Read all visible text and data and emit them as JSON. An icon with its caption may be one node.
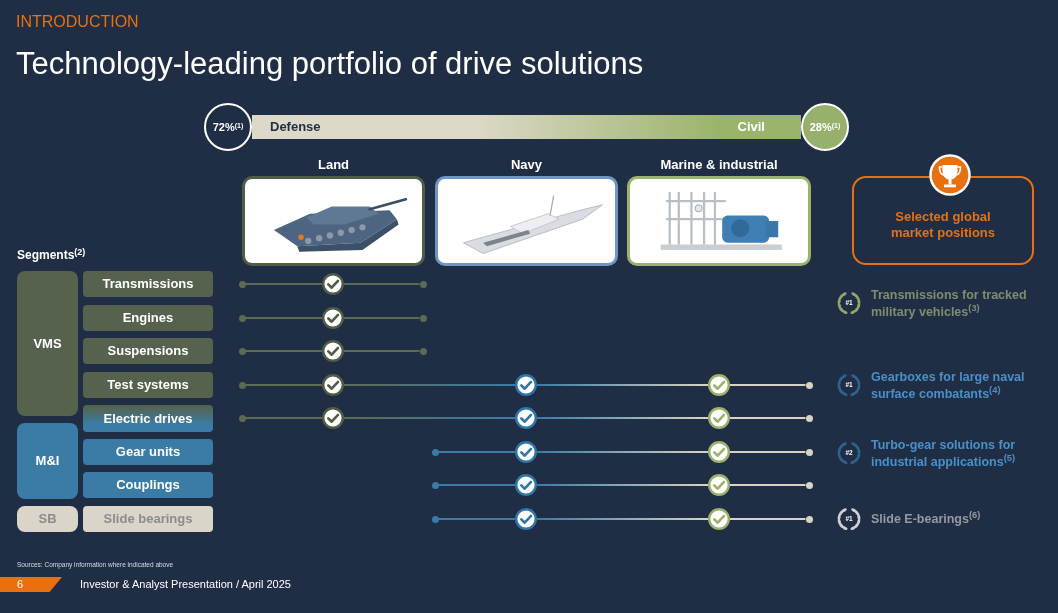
{
  "diagram": {
    "title": "Technology-leading portfolio of drive solutions",
    "nodes": [
      {
        "text": [
          "72%$^{(1)}$"
        ]
      },
      {
        "text": [
          "Defense",
          "Civil"
        ]
      },
      {
        "text": [
          "28%$^{(1)}$"
        ]
      },
      {
        "text": [
          "Land"
        ]
      },
      {
        "text": [
          "Navy"
        ]
      },
      {
        "text": [
          "Marine & industrial"
        ]
      },
      {
        "text": [
          "Selected global market positions"
        ]
      },
      {
        "text": [
          "VMS"
        ]
      },
      {
        "text": [
          "Transmissions"
        ]
      },
      {
        "text": [
          "Engines"
        ]
      },
      {
        "text": [
          "Suspensions"
        ]
      },
      {
        "text": [
          "Test systems"
        ]
      },
      {
        "text": [
          "Electric drives"
        ]
      },
      {
        "text": [
          "M&I"
        ]
      },
      {
        "text": [
          "Gear units"
        ]
      },
      {
        "text": [
          "Couplings"
        ]
      },
      {
        "text": [
          "SB"
        ]
      },
      {
        "text": [
          "Slide bearings"
        ]
      },
      {
        "text": [],
        "shape": "dot"
      },
      {
        "text": [],
        "shape": "circle"
      },
      {
        "text": [],
        "shape": "dot"
      },
      {
        "text": [],
        "shape": "dot"
      },
      {
        "text": [],
        "shape": "circle"
      },
      {
        "text": [],
        "shape": "dot"
      },
      {
        "text": [],
        "shape": "dot"
      },
      {
        "text": [],
        "shape": "circle"
      },
      {
        "text": [],
        "shape": "dot"
      },
      {
        "text": [],
        "shape": "dot"
      },
      {
        "text": [],
        "shape": "circle"
      },
      {
        "text": [],
        "shape": "circle"
      },
      {
        "text": [],
        "shape": "circle"
      },
      {
        "text": [],
        "shape": "dot"
      },
      {
        "text": [],
        "shape": "dot"
      },
      {
        "text": [],
        "shape": "circle"
      },
      {
        "text": [],
        "shape": "circle"
      },
      {
        "text": [],
        "shape": "circle"
      },
      {
        "text": [],
        "shape": "dot"
      },
      {
        "text": [],
        "shape": "dot"
      },
      {
        "text": [],
        "shape": "circle"
      },
      {
        "text": [],
        "shape": "circle"
      },
      {
        "text": [],
        "shape": "dot"
      },
      {
        "text": [],
        "shape": "dot"
      },
      {
        "text": [],
        "shape": "circle"
      },
      {
        "text": [],
        "shape": "circle"
      },
      {
        "text": [],
        "shape": "dot"
      },
      {
        "text": [],
        "shape": "dot"
      },
      {
        "text": [],
        "shape": "circle"
      },
      {
        "text": [],
        "shape": "circle"
      },
      {
        "text": [],
        "shape": "dot"
      }
    ],
    "edges": [
      {
        "from": 18,
        "to": 19,
        "arrow": "none",
        "color": "#5d6b52"
      },
      {
        "from": 19,
        "to": 20,
        "arrow": "none",
        "color": "#5d6b52"
      },
      {
        "from": 21,
        "to": 22,
        "arrow": "none",
        "color": "#5d6b52"
      },
      {
        "from": 22,
        "to": 23,
        "arrow": "none",
        "color": "#5d6b52"
      },
      {
        "from": 24,
        "to": 25,
        "arrow": "none",
        "color": "#5d6b52"
      },
      {
        "from": 25,
        "to": 26,
        "arrow": "none",
        "color": "#5d6b52"
      },
      {
        "from": 27,
        "to": 28,
        "arrow": "none",
        "color": "#5d6b52"
      },
      {
        "from": 28,
        "to": 29,
        "arrow": "none",
        "color": "#3a7ca5"
      },
      {
        "from": 29,
        "to": 30,
        "arrow": "none"
      },
      {
        "from": 30,
        "to": 31,
        "arrow": "none"
      },
      {
        "from": 32,
        "to": 33,
        "arrow": "none",
        "color": "#5d6b52"
      },
      {
        "from": 33,
        "to": 34,
        "arrow": "none",
        "color": "#3a7ca5"
      },
      {
        "from": 34,
        "to": 35,
        "arrow": "none"
      },
      {
        "from": 35,
        "to": 36,
        "arrow": "none"
      },
      {
        "from": 37,
        "to": 38,
        "arrow": "none",
        "color": "#3a7ca5"
      },
      {
        "from": 38,
        "to": 39,
        "arrow": "none"
      },
      {
        "from": 39,
        "to": 40,
        "arrow": "none"
      },
      {
        "from": 41,
        "to": 42,
        "arrow": "none",
        "color": "#3a7ca5"
      },
      {
        "from": 42,
        "to": 43,
        "arrow": "none"
      },
      {
        "from": 43,
        "to": 44,
        "arrow": "none"
      },
      {
        "from": 45,
        "to": 46,
        "arrow": "none",
        "color": "#3a7ca5"
      },
      {
        "from": 46,
        "to": 47,
        "arrow": "none"
      },
      {
        "from": 47,
        "to": 48,
        "arrow": "none"
      }
    ],
    "labels": [
      "INTRODUCTION",
      "Segments$^{(2)}$",
      "#1",
      "Transmissions for tracked military vehicles$^{(3)}$",
      "#1",
      "Gearboxes for large naval surface combatants$^{(4)}$",
      "#2",
      "Turbo-gear solutions for industrial applications$^{(5)}$",
      "#1",
      "Slide E-bearings$^{(6)}$",
      "Sources: Company information where indicated above",
      "6",
      "Investor & Analyst Presentation / April 2025"
    ]
  }
}
